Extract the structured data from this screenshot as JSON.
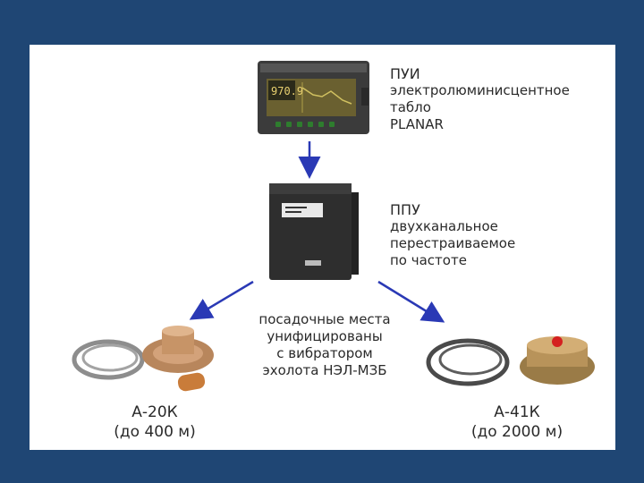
{
  "top_device": {
    "name": "ПУИ",
    "desc": [
      "электролюминисцентное",
      "табло",
      "PLANAR"
    ],
    "display_value": "970.9"
  },
  "mid_device": {
    "name": "ППУ",
    "desc": [
      "двухканальное",
      "перестраиваемое",
      "по частоте"
    ]
  },
  "note": [
    "посадочные места",
    "унифицированы",
    "с вибратором",
    "эхолота НЭЛ-МЗБ"
  ],
  "left_sensor": {
    "model": "А-20К",
    "range": "(до 400 м)"
  },
  "right_sensor": {
    "model": "А-41К",
    "range": "(до 2000 м)"
  },
  "colors": {
    "arrow": "#2a39b5",
    "frame": "#1f4674"
  }
}
